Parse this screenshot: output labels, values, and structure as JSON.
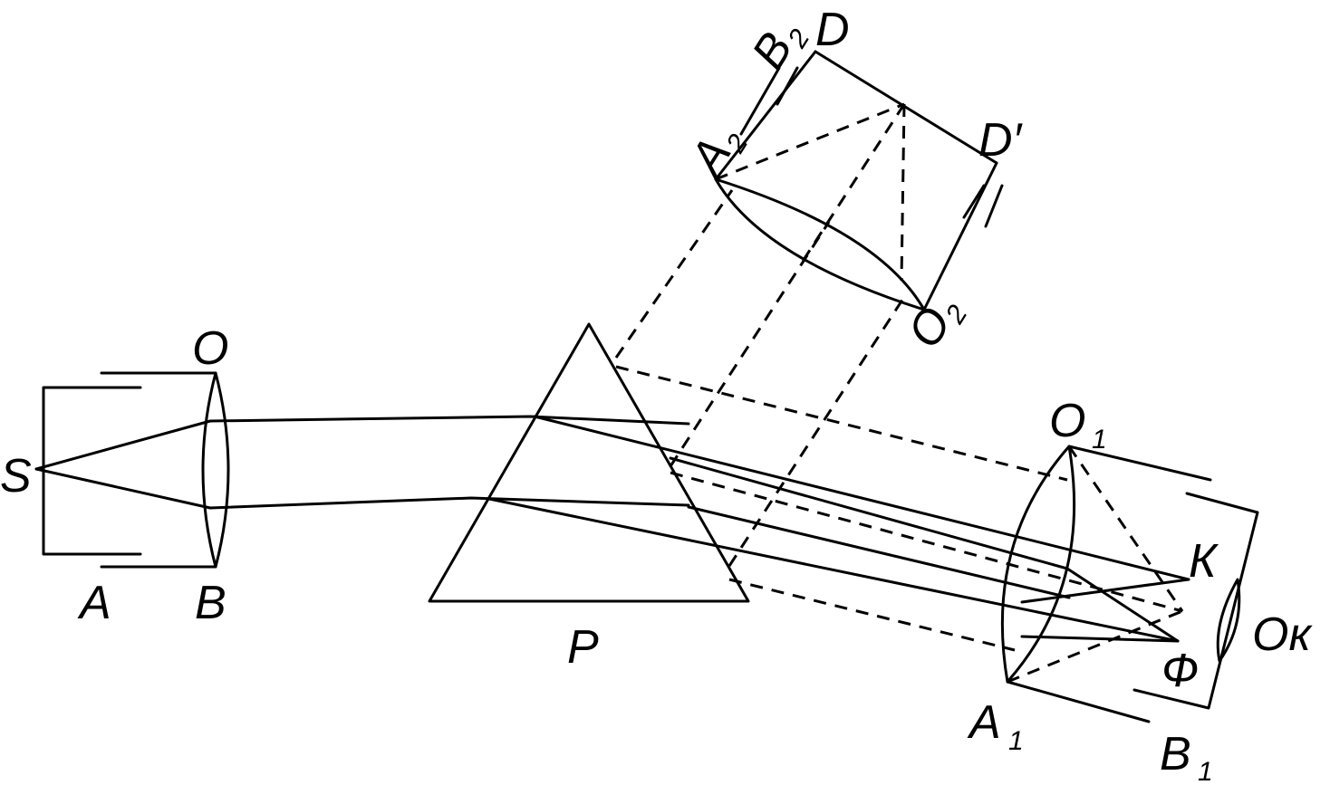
{
  "labels": {
    "S": "S",
    "O": "O",
    "A": "A",
    "B": "B",
    "P": "P",
    "O1": "O",
    "O1_sub": "1",
    "K": "К",
    "Ok": "Ок",
    "F": "Ф",
    "A1": "A",
    "A1_sub": "1",
    "B1": "B",
    "B1_sub": "1",
    "A2": "A",
    "A2_sub": "2",
    "B2": "B",
    "B2_sub": "2",
    "D": "D",
    "Dprime": "D′",
    "O2": "O",
    "O2_sub": "2"
  }
}
